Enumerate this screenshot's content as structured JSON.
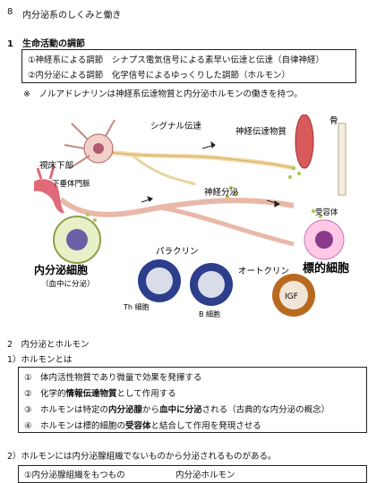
{
  "section": {
    "number": "8",
    "title": "内分泌系のしくみと働き"
  },
  "part1": {
    "heading": "1　生命活動の調節",
    "box_lines": [
      "①神経系による調節　シナプス電気信号による素早い伝達と伝達（自律神経）",
      "②内分泌による調節　化学信号によるゆっくりした調節（ホルモン）"
    ],
    "note": "※　ノルアドレナリンは神経系伝達物質と内分泌ホルモンの働きを持つ。"
  },
  "diagram": {
    "labels": {
      "signal": "シグナル伝達",
      "neurotransmitter": "神経伝達物質",
      "bone": "骨",
      "hypothalamus": "視床下部",
      "portal": "下垂体門脈",
      "neurosecretion": "神経分泌",
      "receptor": "受容体",
      "endocrine_cell": "内分泌細胞",
      "endocrine_sub": "（血中に分泌）",
      "paracrine": "パラクリン",
      "autocrine": "オートクリン",
      "th_cell": "Th 細胞",
      "b_cell": "B 細胞",
      "igf": "IGF",
      "target_cell": "標的細胞"
    }
  },
  "part2": {
    "heading": "2　内分泌とホルモン",
    "sub1": "1）ホルモンとは",
    "items": [
      {
        "pre": "①　体内活性物質であり微量で効果を発揮する",
        "bold": "",
        "post": ""
      },
      {
        "pre": "②　化学的",
        "bold": "情報伝達物質",
        "post": "として作用する"
      },
      {
        "pre": "③　ホルモンは特定の",
        "bold": "内分泌腺",
        "post": "から",
        "bold2": "血中に分泌",
        "post2": "される（古典的な内分泌の概念）"
      },
      {
        "pre": "④　ホルモンは標的細胞の",
        "bold": "受容体",
        "post": "と結合して作用を発現させる"
      }
    ],
    "sub2": "2）ホルモンには内分泌腺組織でないものから分泌されるものがある。",
    "last_box": {
      "left": "①内分泌腺組織をもつもの",
      "right": "内分泌ホルモン"
    }
  }
}
